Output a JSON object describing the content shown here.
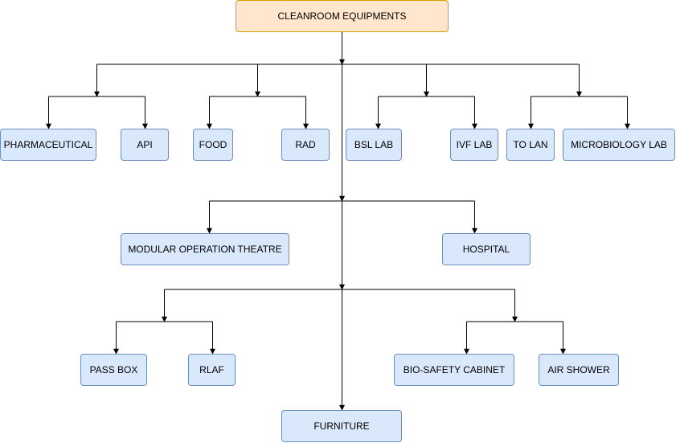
{
  "diagram": {
    "root": "CLEANROOM EQUIPMENTS",
    "nodes": {
      "pharmaceutical": "PHARMACEUTICAL",
      "api": "API",
      "food": "FOOD",
      "rad": "RAD",
      "bsl_lab": "BSL LAB",
      "ivf_lab": "IVF LAB",
      "to_lan": "TO LAN",
      "microbiology_lab": "MICROBIOLOGY LAB",
      "modular_ot": "MODULAR OPERATION THEATRE",
      "hospital": "HOSPITAL",
      "pass_box": "PASS BOX",
      "rlaf": "RLAF",
      "bio_safety_cabinet": "BIO-SAFETY CABINET",
      "air_shower": "AIR SHOWER",
      "furniture": "FURNITURE"
    },
    "colors": {
      "root_fill": "#ffe6cc",
      "root_stroke": "#d79b00",
      "node_fill": "#dae8fc",
      "node_stroke": "#6c8ebf",
      "connector": "#000000"
    }
  }
}
